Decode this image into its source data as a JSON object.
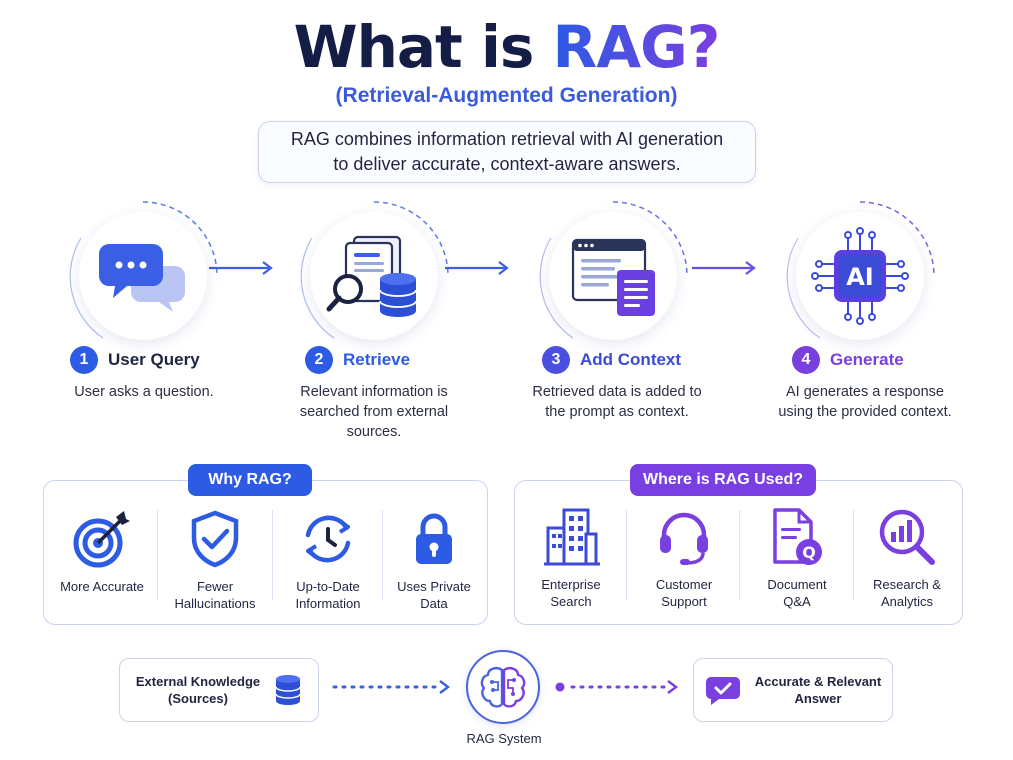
{
  "header": {
    "title_main": "What is ",
    "title_accent": "RAG?",
    "subtitle": "(Retrieval-Augmented Generation)",
    "description_line1": "RAG combines information retrieval with AI generation",
    "description_line2": "to deliver accurate, context-aware answers."
  },
  "steps": [
    {
      "number": "1",
      "title": "User Query",
      "text": "User asks a question.",
      "color": "#2d5be3",
      "icon": "chat-bubbles-icon"
    },
    {
      "number": "2",
      "title": "Retrieve",
      "text": "Relevant information is searched from external sources.",
      "color": "#2d5be3",
      "icon": "documents-search-database-icon"
    },
    {
      "number": "3",
      "title": "Add Context",
      "text": "Retrieved data is added to the prompt as context.",
      "color": "#4a4fe0",
      "icon": "window-document-icon"
    },
    {
      "number": "4",
      "title": "Generate",
      "text": "AI generates a response using the provided context.",
      "color": "#7a3fe0",
      "icon": "ai-chip-icon"
    }
  ],
  "why_rag": {
    "heading": "Why RAG?",
    "color": "#2d5be3",
    "items": [
      {
        "label": "More Accurate",
        "icon": "target-icon"
      },
      {
        "label": "Fewer\nHallucinations",
        "icon": "shield-check-icon"
      },
      {
        "label": "Up-to-Date\nInformation",
        "icon": "refresh-clock-icon"
      },
      {
        "label": "Uses Private\nData",
        "icon": "lock-icon"
      }
    ]
  },
  "where_used": {
    "heading": "Where is RAG Used?",
    "color": "#7a3fe0",
    "items": [
      {
        "label": "Enterprise\nSearch",
        "icon": "buildings-icon"
      },
      {
        "label": "Customer\nSupport",
        "icon": "headset-icon"
      },
      {
        "label": "Document\nQ&A",
        "icon": "document-question-icon"
      },
      {
        "label": "Research &\nAnalytics",
        "icon": "chart-magnifier-icon"
      }
    ]
  },
  "bottom_flow": {
    "source": "External Knowledge\n(Sources)",
    "system": "RAG System",
    "result": "Accurate & Relevant\nAnswer"
  }
}
